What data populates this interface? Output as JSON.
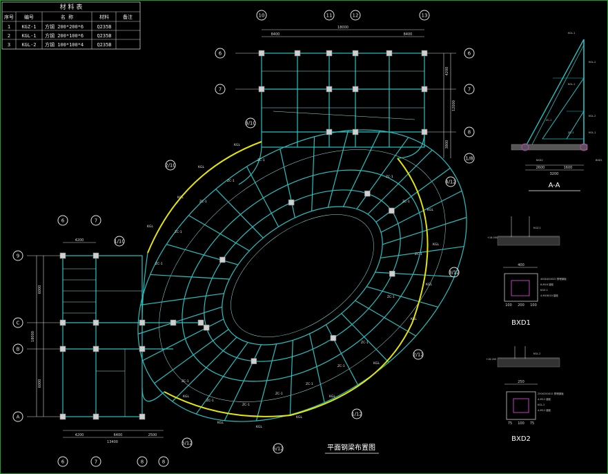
{
  "material_table": {
    "title": "材 料 表",
    "headers": [
      "序号",
      "编号",
      "名 称",
      "材料",
      "备注"
    ],
    "rows": [
      [
        "1",
        "KGZ-1",
        "方钢 200*200*6",
        "Q235B",
        ""
      ],
      [
        "2",
        "KGL-1",
        "方钢 200*100*6",
        "Q235B",
        ""
      ],
      [
        "3",
        "KGL-2",
        "方钢 100*100*4",
        "Q235B",
        ""
      ]
    ]
  },
  "axes_top": [
    "10",
    "11",
    "12",
    "13"
  ],
  "axes_top_right": [
    "6",
    "7",
    "8",
    "1/8"
  ],
  "axes_top_left": [
    "6",
    "7"
  ],
  "axes_left": [
    "9",
    "C",
    "B",
    "A"
  ],
  "axes_bottom": [
    "6",
    "7",
    "8",
    "8"
  ],
  "axes_left_top": [
    "6",
    "7"
  ],
  "radial_axes": [
    "3/10",
    "2/10",
    "1/10",
    "4/12",
    "3/12",
    "2/12",
    "1/12",
    "6/12",
    "5/12",
    "4/12",
    "3/12",
    "2/12",
    "1/12"
  ],
  "dims_top": [
    "8400",
    "18000",
    "8400"
  ],
  "dims_right": [
    "4200",
    "12000",
    "3800"
  ],
  "dims_left": [
    "6000",
    "18000",
    "6000"
  ],
  "dims_bottom": [
    "4200",
    "6400",
    "2500",
    "13400"
  ],
  "dims_left_top": [
    "4200"
  ],
  "beam_labels": {
    "zc": "ZC-1",
    "kgl": "KGL"
  },
  "plan_title": "平面钢梁布置图",
  "section": {
    "title": "A-A",
    "labels": [
      "KGL-1",
      "KGL-2",
      "KGL-1",
      "KGL-2",
      "KGL-1",
      "ZC-1",
      "ZC-1",
      "BXD2",
      "BXD1"
    ],
    "dims": [
      "2600",
      "1600",
      "3200"
    ]
  },
  "bxd1": {
    "title": "BXD1",
    "elev": "+18.000",
    "label_a": "KGZ-1",
    "notes": [
      "400X400X20 预埋钢板",
      "6-M16 锚栓",
      "KGZ-1",
      "4-M16X10 锚栓"
    ],
    "dims": [
      "400",
      "100",
      "200",
      "100"
    ]
  },
  "bxd2": {
    "title": "BXD2",
    "elev": "+18.000",
    "label_a": "KGL-2",
    "notes": [
      "250X250X12 预埋钢板",
      "4-M12 锚栓",
      "KGL-2",
      "4-M12 锚栓"
    ],
    "dims": [
      "250",
      "75",
      "100",
      "75"
    ]
  },
  "colors": {
    "beam": "#26c3c3",
    "glass": "#e6e600",
    "grid_frame": "#1f9e2b",
    "marker": "#c040c0"
  }
}
